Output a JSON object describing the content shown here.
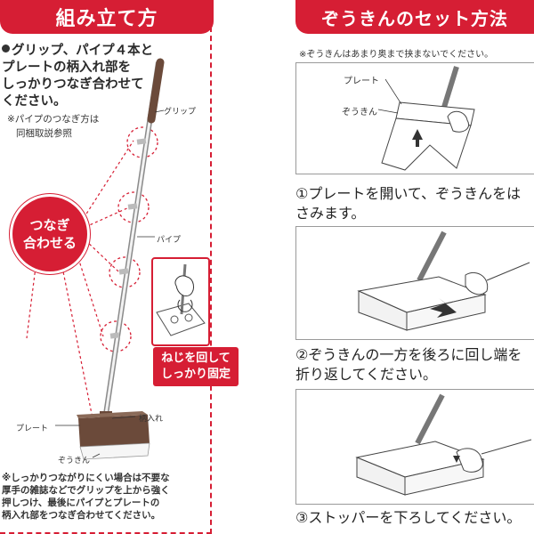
{
  "left": {
    "title": "組み立て方",
    "intro_lines": [
      "グリップ、パイプ４本と",
      "プレートの柄入れ部を",
      "しっかりつなぎ合わせて",
      "ください。"
    ],
    "intro_note_lines": [
      "※パイプのつなぎ方は",
      "同梱取説参照"
    ],
    "badge_lines": [
      "つなぎ",
      "合わせる"
    ],
    "labels": {
      "grip": "グリップ",
      "pipe": "パイプ",
      "socket": "柄入れ",
      "plate": "プレート",
      "cloth": "ぞうきん"
    },
    "inset_caption_lines": [
      "ねじを回して",
      "しっかり固定"
    ],
    "bottom_note_lines": [
      "※しっかりつながりにくい場合は不要な",
      "厚手の雑誌などでグリップを上から強く",
      "押しつけ、最後にパイプとプレートの",
      "柄入れ部をつなぎ合わせてください。"
    ]
  },
  "right": {
    "title": "ぞうきんのセット方法",
    "note": "※ぞうきんはあまり奥まで挟まないでください。",
    "labels": {
      "plate": "プレート",
      "cloth": "ぞうきん"
    },
    "steps": [
      {
        "caption_lines": [
          "①プレートを開いて、ぞうきんをは",
          "さみます。"
        ]
      },
      {
        "caption_lines": [
          "②ぞうきんの一方を後ろに回し端を",
          "折り返してください。"
        ]
      },
      {
        "caption_lines": [
          "③ストッパーを下ろしてください。"
        ]
      }
    ]
  },
  "colors": {
    "accent_red": "#d61e34",
    "mop_brown": "#6b4a3a",
    "line_gray": "#9a9a9a"
  }
}
